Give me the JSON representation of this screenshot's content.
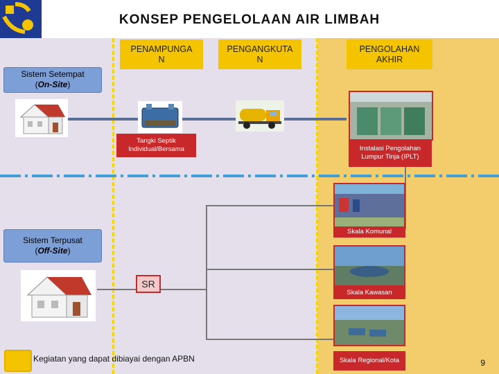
{
  "title": "KONSEP PENGELOLAAN AIR LIMBAH",
  "columns": {
    "penampungan": "PENAMPUNGA\nN",
    "pengangkutan": "PENGANGKUTA\nN",
    "pengolahan": "PENGOLAHAN\nAKHIR"
  },
  "systems": {
    "onsite": {
      "line1": "Sistem Setempat",
      "line2_pre": "(",
      "line2_em": "On-Site",
      "line2_post": ")"
    },
    "offsite": {
      "line1": "Sistem Terpusat",
      "line2_pre": "(",
      "line2_em": "Off-Site",
      "line2_post": ")"
    }
  },
  "labels": {
    "tangki": "Tangki Septik Individual/Bersama",
    "iplt": "Instalasi Pengolahan Lumpur Tinja (IPLT)",
    "sr": "SR",
    "komunal": "Skala Komunal",
    "kawasan": "Skala Kawasan",
    "regional": "Skala Regional/Kota"
  },
  "legend": "Kegiatan yang dapat dibiayai dengan APBN",
  "page_number": "9",
  "colors": {
    "purple_bg": "#e4dfea",
    "yellow_bg": "#f3cd6c",
    "header_yellow": "#f5c400",
    "label_blue": "#7d9fd8",
    "label_red": "#c8282a",
    "divider_blue": "#3f9fd6"
  }
}
